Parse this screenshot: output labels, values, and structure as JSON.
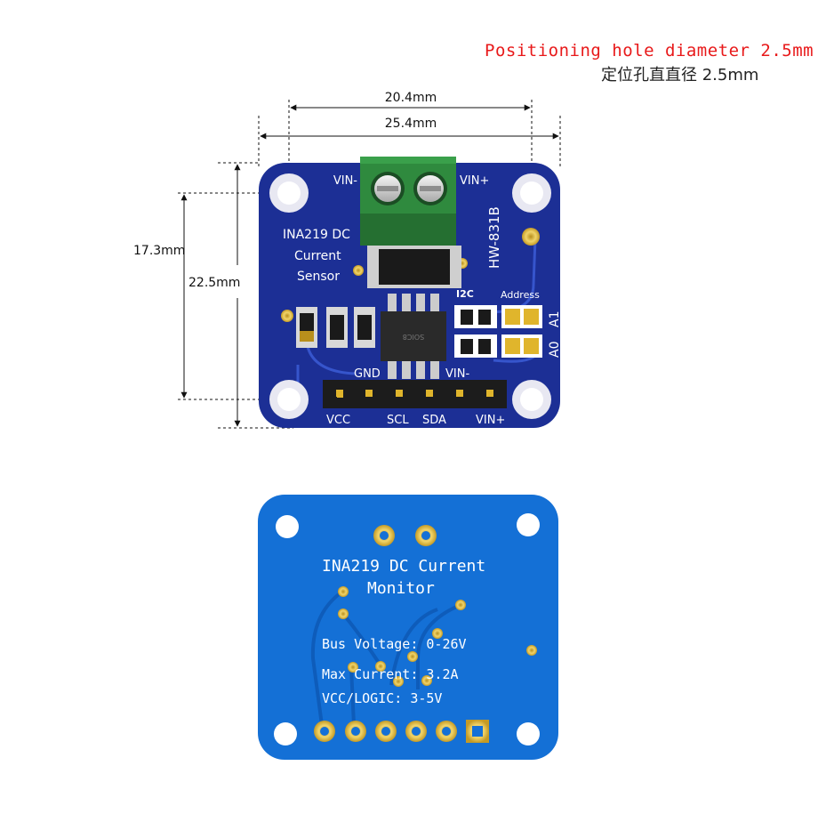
{
  "notes": {
    "positioning_hole_en": "Positioning hole diameter 2.5mm",
    "positioning_hole_cn": "定位孔直直径 2.5mm"
  },
  "dimensions": {
    "width_inner": "20.4mm",
    "width_outer": "25.4mm",
    "height_inner": "17.3mm",
    "height_outer": "22.5mm"
  },
  "front": {
    "terminal_left_label": "VIN-",
    "terminal_right_label": "VIN+",
    "title_line1": "INA219 DC",
    "title_line2": "Current",
    "title_line3": "Sensor",
    "model": "HW-831B",
    "i2c_label": "I2C",
    "address_label": "Address",
    "a1_label": "A1",
    "a0_label": "A0",
    "chip_label": "SOIC8",
    "pin_top_gnd": "GND",
    "pin_top_vinminus": "VIN-",
    "pins_bottom": [
      "VCC",
      "SCL",
      "SDA",
      "VIN+"
    ]
  },
  "back": {
    "title_line1": "INA219 DC Current",
    "title_line2": "Monitor",
    "spec1": "Bus Voltage: 0-26V",
    "spec2": "Max Current: 3.2A",
    "spec3": "VCC/LOGIC: 3-5V"
  },
  "colors": {
    "pcb_front": "#1c2f95",
    "pcb_back": "#1470d6",
    "terminal": "#2f8a3e",
    "gold": "#d9b63a",
    "note_red": "#e8191a"
  }
}
